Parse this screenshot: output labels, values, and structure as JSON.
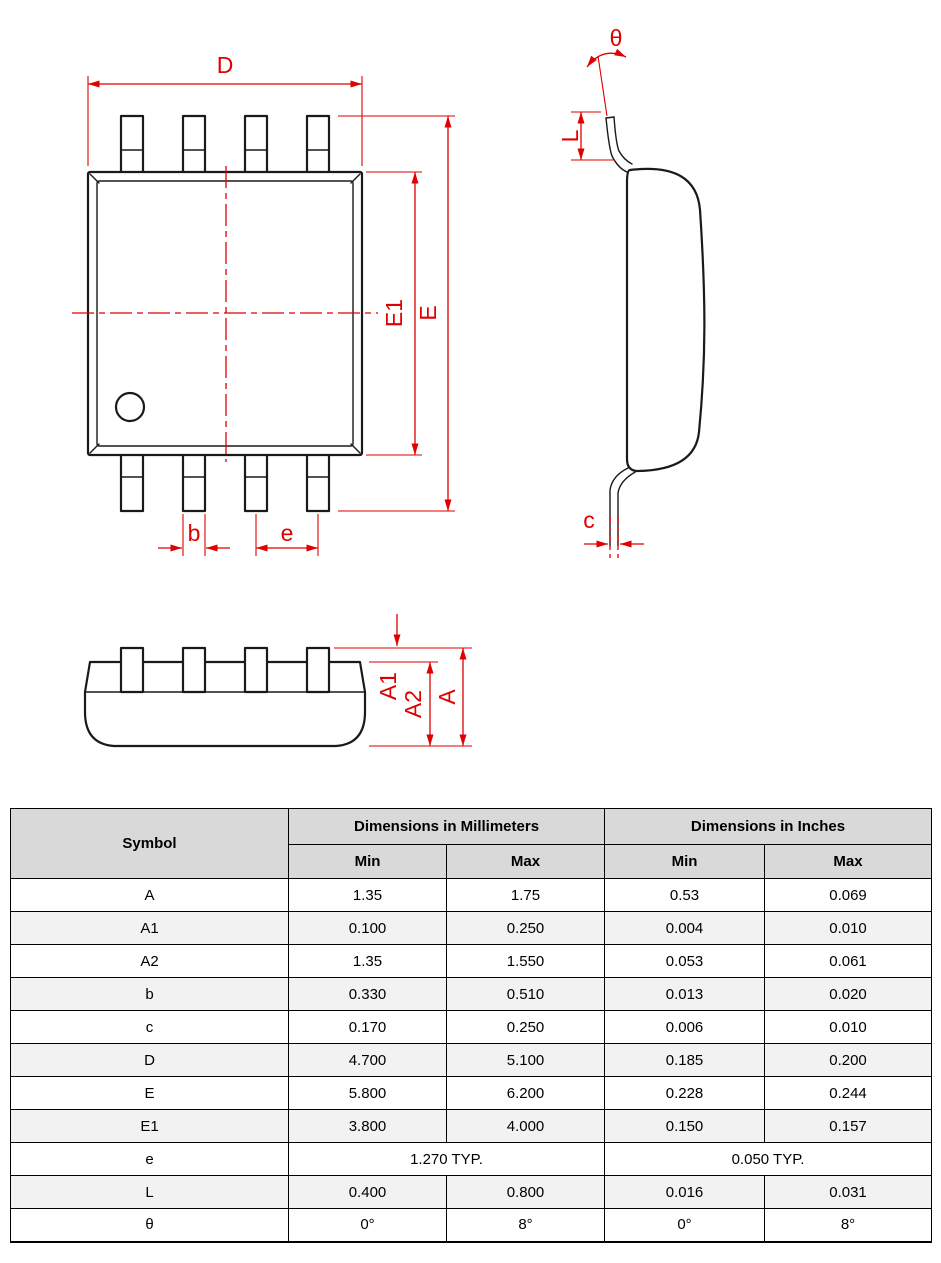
{
  "colors": {
    "dimension_red": "#e00000",
    "outline_black": "#1a1a1a",
    "table_header_bg": "#d9d9d9",
    "table_row_alt_bg": "#f2f2f2",
    "table_border": "#000000"
  },
  "drawing": {
    "top_view": {
      "labels": {
        "D": "D",
        "E1": "E1",
        "E": "E",
        "b": "b",
        "e": "e"
      }
    },
    "side_view": {
      "labels": {
        "theta": "θ",
        "L": "L",
        "c": "c"
      }
    },
    "front_view": {
      "labels": {
        "A1": "A1",
        "A2": "A2",
        "A": "A"
      }
    }
  },
  "table": {
    "header": {
      "symbol": "Symbol",
      "mm_group": "Dimensions in Millimeters",
      "in_group": "Dimensions in Inches",
      "min": "Min",
      "max": "Max"
    },
    "rows": [
      {
        "symbol": "A",
        "mm_min": "1.35",
        "mm_max": "1.75",
        "in_min": "0.53",
        "in_max": "0.069"
      },
      {
        "symbol": "A1",
        "mm_min": "0.100",
        "mm_max": "0.250",
        "in_min": "0.004",
        "in_max": "0.010"
      },
      {
        "symbol": "A2",
        "mm_min": "1.35",
        "mm_max": "1.550",
        "in_min": "0.053",
        "in_max": "0.061"
      },
      {
        "symbol": "b",
        "mm_min": "0.330",
        "mm_max": "0.510",
        "in_min": "0.013",
        "in_max": "0.020"
      },
      {
        "symbol": "c",
        "mm_min": "0.170",
        "mm_max": "0.250",
        "in_min": "0.006",
        "in_max": "0.010"
      },
      {
        "symbol": "D",
        "mm_min": "4.700",
        "mm_max": "5.100",
        "in_min": "0.185",
        "in_max": "0.200"
      },
      {
        "symbol": "E",
        "mm_min": "5.800",
        "mm_max": "6.200",
        "in_min": "0.228",
        "in_max": "0.244"
      },
      {
        "symbol": "E1",
        "mm_min": "3.800",
        "mm_max": "4.000",
        "in_min": "0.150",
        "in_max": "0.157"
      },
      {
        "symbol": "e",
        "mm_typ": "1.270 TYP.",
        "in_typ": "0.050 TYP."
      },
      {
        "symbol": "L",
        "mm_min": "0.400",
        "mm_max": "0.800",
        "in_min": "0.016",
        "in_max": "0.031"
      },
      {
        "symbol": "θ",
        "mm_min": "0°",
        "mm_max": "8°",
        "in_min": "0°",
        "in_max": "8°"
      }
    ]
  }
}
